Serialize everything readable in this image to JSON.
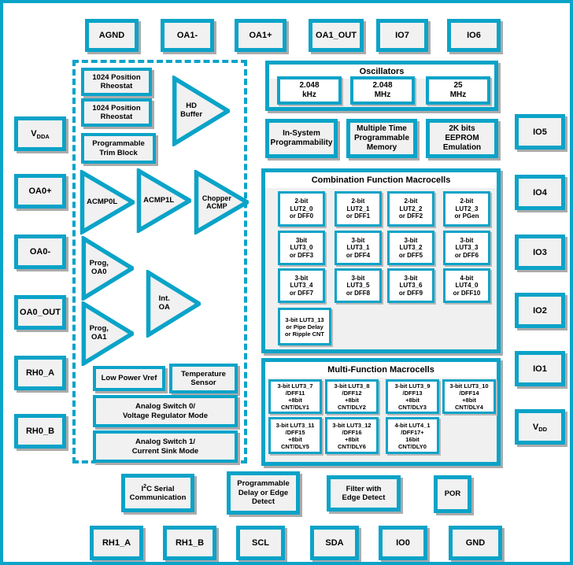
{
  "diagram": {
    "accent_color": "#0ba3c8",
    "pins": {
      "top": [
        "AGND",
        "OA1-",
        "OA1+",
        "OA1_OUT",
        "IO7",
        "IO6"
      ],
      "left": [
        {
          "base": "V",
          "sub": "DDA"
        },
        {
          "base": "OA0+"
        },
        {
          "base": "OA0-"
        },
        {
          "base": "OA0_OUT"
        },
        {
          "base": "RH0_A"
        },
        {
          "base": "RH0_B"
        }
      ],
      "right": [
        {
          "base": "IO5"
        },
        {
          "base": "IO4"
        },
        {
          "base": "IO3"
        },
        {
          "base": "IO2"
        },
        {
          "base": "IO1"
        },
        {
          "base": "V",
          "sub": "DD"
        }
      ],
      "bottom": [
        "RH1_A",
        "RH1_B",
        "SCL",
        "SDA",
        "IO0",
        "GND"
      ]
    },
    "analog": {
      "rheostat1": "1024 Position\nRheostat",
      "rheostat2": "1024 Position\nRheostat",
      "trim_block": "Programmable\nTrim Block",
      "hd_buffer": "HD\nBuffer",
      "acmp0l": "ACMP0L",
      "acmp1l": "ACMP1L",
      "chopper_acmp": "Chopper\nACMP",
      "prog_oa0": "Prog,\nOA0",
      "int_oa": "Int.\nOA",
      "prog_oa1": "Prog,\nOA1",
      "low_power_vref": "Low Power Vref",
      "temperature_sensor": "Temperature\nSensor",
      "analog_switch0": "Analog Switch 0/\nVoltage Regulator Mode",
      "analog_switch1": "Analog Switch 1/\nCurrent Sink Mode"
    },
    "oscillators": {
      "title": "Oscillators",
      "items": [
        "2.048\nkHz",
        "2.048\nMHz",
        "25\nMHz"
      ]
    },
    "features": [
      "In-System\nProgrammability",
      "Multiple Time\nProgrammable\nMemory",
      "2K bits\nEEPROM\nEmulation"
    ],
    "combination": {
      "title": "Combination Function Macrocells",
      "cells": [
        "2-bit\nLUT2_0\nor DFF0",
        "2-bit\nLUT2_1\nor DFF1",
        "2-bit\nLUT2_2\nor DFF2",
        "2-bit\nLUT2_3\nor PGen",
        "3bit\nLUT3_0\nor DFF3",
        "3-bit\nLUT3_1\nor DFF4",
        "3-bit\nLUT3_2\nor DFF5",
        "3-bit\nLUT3_3\nor DFF6",
        "3-bit\nLUT3_4\nor DFF7",
        "3-bit\nLUT3_5\nor DFF8",
        "3-bit\nLUT3_6\nor DFF9",
        "4-bit\nLUT4_0\nor DFF10"
      ],
      "wide_cell": "3-bit LUT3_13\nor Pipe Delay\nor Ripple CNT"
    },
    "multi": {
      "title": "Multi-Function Macrocells",
      "cells": [
        "3-bit LUT3_7\n/DFF11\n+8bit\nCNT/DLY1",
        "3-bit LUT3_8\n/DFF12\n+8bit\nCNT/DLY2",
        "3-bit LUT3_9\n/DFF13\n+8bit\nCNT/DLY3",
        "3-bit LUT3_10\n/DFF14\n+8bit\nCNT/DLY4",
        "3-bit LUT3_11\n/DFF15\n+8bit\nCNT/DLY5",
        "3-bit LUT3_12\n/DFF16\n+8bit\nCNT/DLY6",
        "4-bit LUT4_1\n/DFF17+\n16bit\nCNT/DLY0"
      ]
    },
    "bottom_blocks": {
      "i2c": {
        "pre": "I",
        "sup": "2",
        "post": "C Serial",
        "line2": "Communication"
      },
      "prog_delay": "Programmable\nDelay or Edge\nDetect",
      "filter": "Filter with\nEdge Detect",
      "por": "POR"
    }
  }
}
